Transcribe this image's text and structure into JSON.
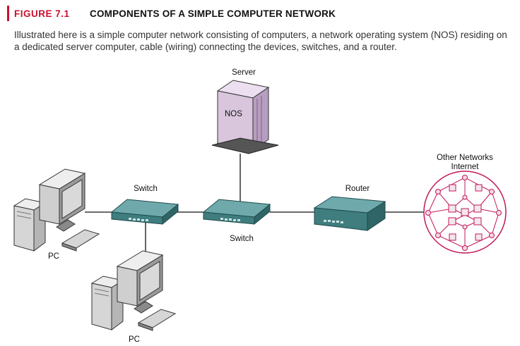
{
  "figure": {
    "number": "FIGURE 7.1",
    "title": "COMPONENTS OF A SIMPLE COMPUTER NETWORK",
    "caption": "Illustrated here is a simple computer network consisting of computers, a network operating system (NOS) residing on a dedicated server computer, cable (wiring) connecting the devices, switches, and a router.",
    "accent_color": "#c8102e"
  },
  "diagram": {
    "server_label": "Server",
    "nos_label": "NOS",
    "switch1_label": "Switch",
    "switch2_label": "Switch",
    "router_label": "Router",
    "networks_label_line1": "Other Networks",
    "networks_label_line2": "Internet",
    "pc1_label": "PC",
    "pc2_label": "PC",
    "device_color": "#4e8a8c",
    "network_color": "#c2185b",
    "server_color": "#d9c6dd"
  }
}
